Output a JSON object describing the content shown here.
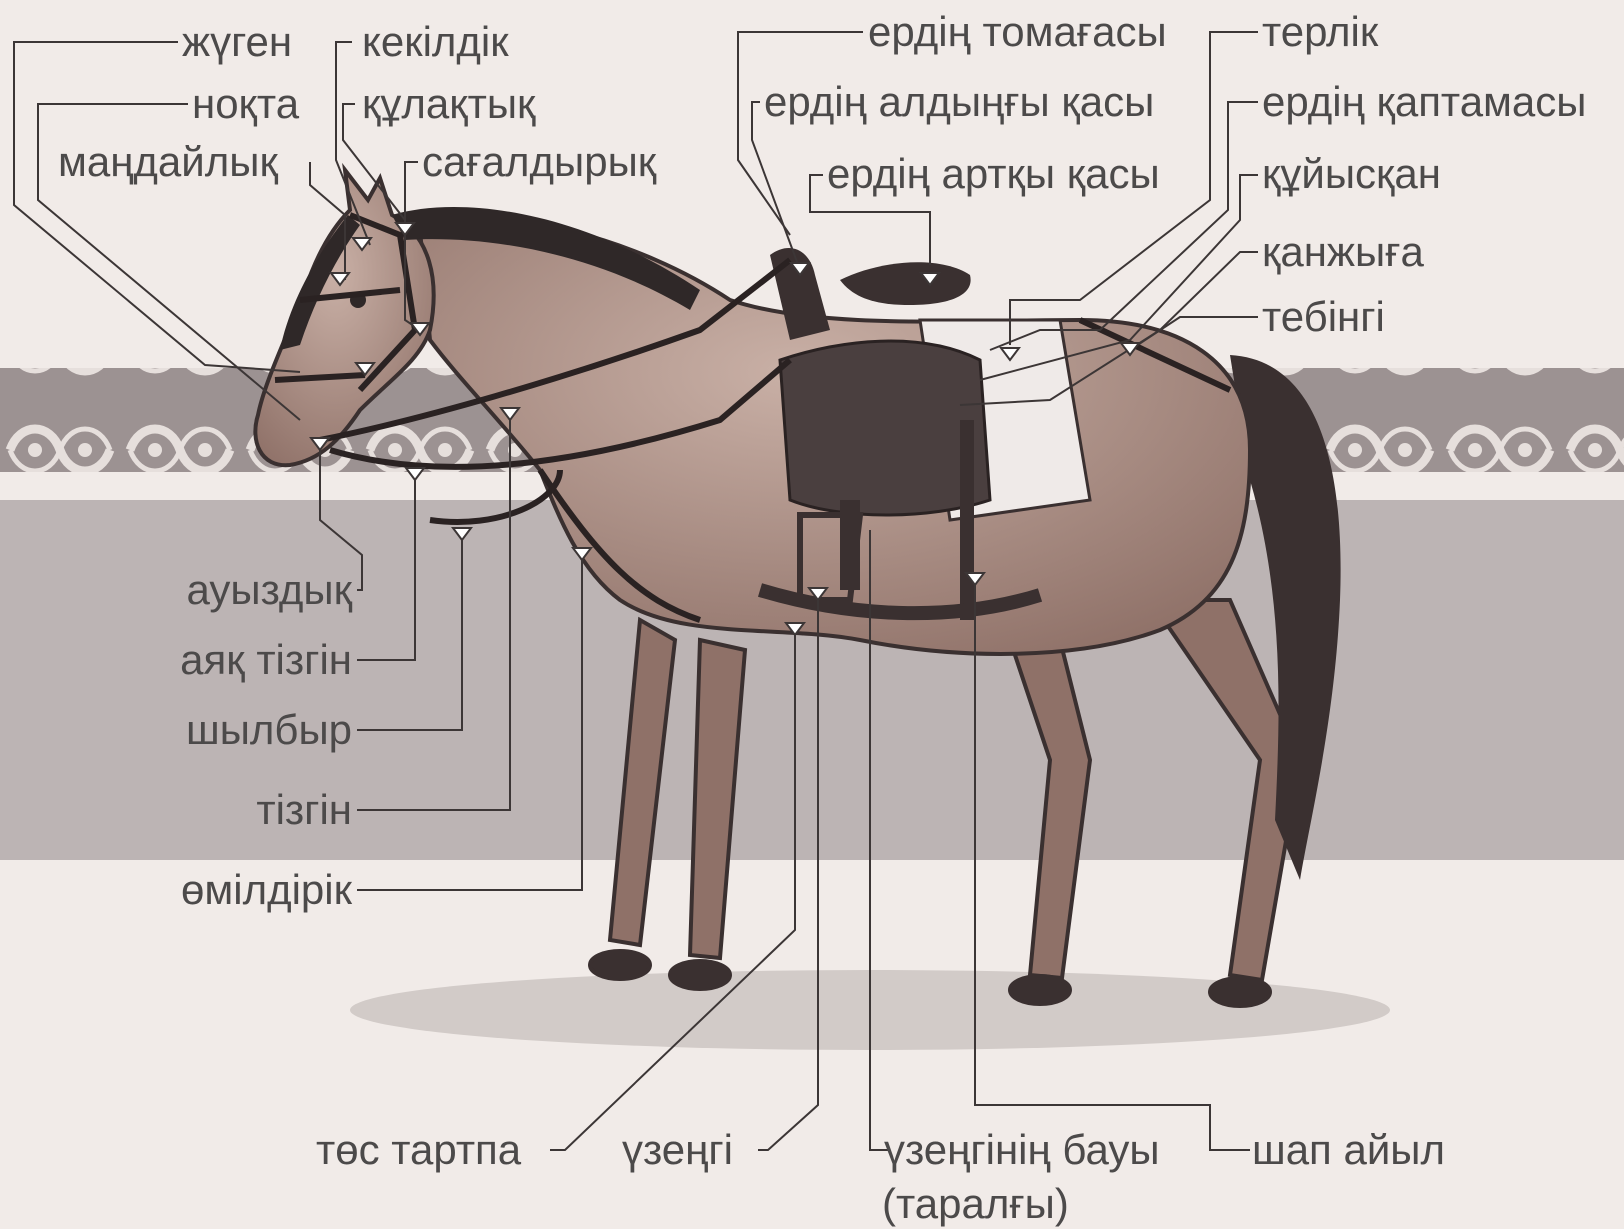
{
  "colors": {
    "background": "#f1ebe8",
    "band": "#9c9292",
    "lower_band": "#bcb4b4",
    "horse_coat": "#a98c82",
    "mane": "#2f2828",
    "tack": "#3a3030",
    "label_text": "#4c4a4a",
    "leader_line": "#3c3636"
  },
  "diagram": {
    "subject": "horse-with-tack-icon",
    "labels": {
      "zhugen": "жүген",
      "kekildik": "кекілдік",
      "nokta": "ноқта",
      "kulaktyk": "құлақтық",
      "mandaylyk": "маңдайлық",
      "sagaldyryk": "сағалдырық",
      "erdin_tomagasy": "ердің томағасы",
      "terlik": "терлік",
      "erdin_aldyngy_kasy": "ердің алдыңғы қасы",
      "erdin_kaptamasy": "ердің қаптамасы",
      "erdin_artky_kasy": "ердің артқы қасы",
      "kuyiskan": "құйысқан",
      "kanzhyga": "қанжыға",
      "tebingi": "тебінгі",
      "auyzdyk": "ауыздық",
      "ayak_tizgin": "аяқ тізгін",
      "shylbyr": "шылбыр",
      "tizgin": "тізгін",
      "omildirik": "өмілдірік",
      "tos_tartpa": "төс тартпа",
      "uzengi": "үзеңгі",
      "uzenginin_bauy": "үзеңгінің бауы",
      "taralgy": "(таралғы)",
      "shap_ayil": "шап айыл"
    }
  }
}
